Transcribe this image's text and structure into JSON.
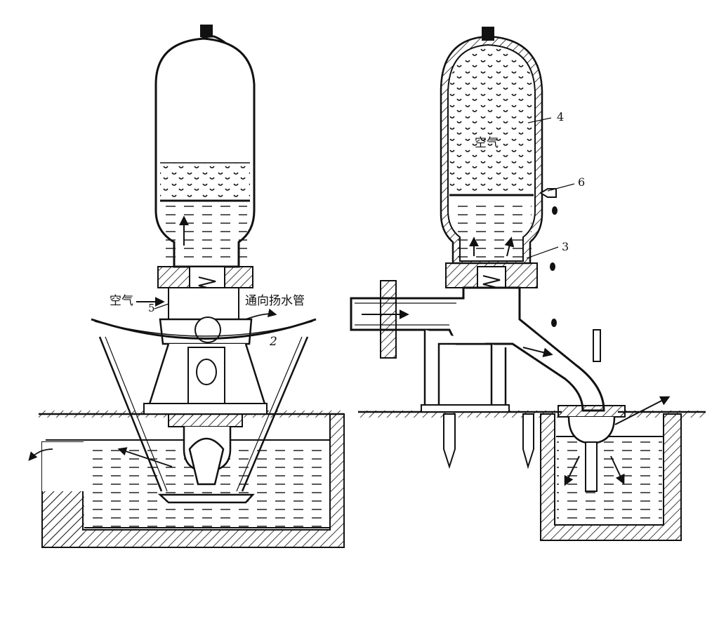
{
  "labels": {
    "left_air": "空气",
    "left_num_5": "5",
    "left_to_pipe": "通向扬水管",
    "left_num_2": "2",
    "right_air": "空气",
    "right_num_4": "4",
    "right_num_6": "6",
    "right_num_3": "3"
  }
}
